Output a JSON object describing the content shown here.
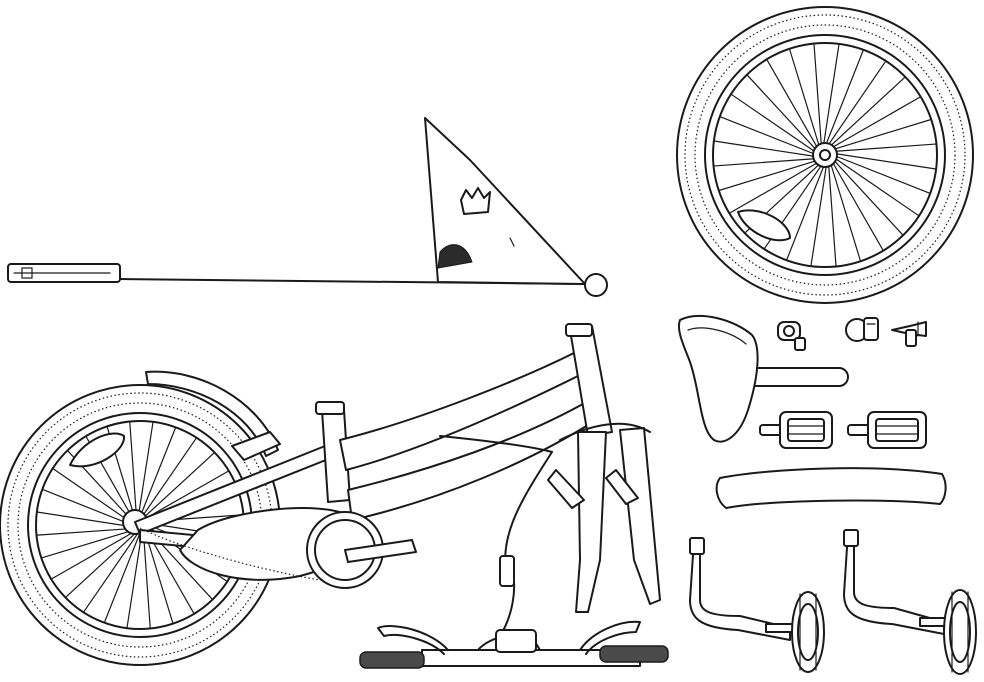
{
  "diagram": {
    "parts": [
      {
        "name": "safety-flag"
      },
      {
        "name": "front-wheel"
      },
      {
        "name": "bicycle-frame-with-rear-wheel"
      },
      {
        "name": "saddle-with-seatpost"
      },
      {
        "name": "bell"
      },
      {
        "name": "reflector"
      },
      {
        "name": "valve-cap"
      },
      {
        "name": "left-pedal"
      },
      {
        "name": "right-pedal"
      },
      {
        "name": "front-mudguard"
      },
      {
        "name": "handlebar-with-brake-levers"
      },
      {
        "name": "training-wheel-left"
      },
      {
        "name": "training-wheel-right"
      }
    ],
    "colors": {
      "line": "#1a1a1a",
      "background": "#ffffff",
      "grip": "#4a4a4a"
    }
  }
}
